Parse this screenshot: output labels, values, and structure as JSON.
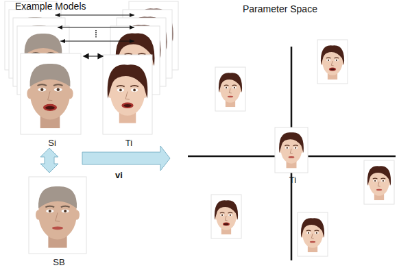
{
  "diagram": {
    "nodes": [
      {
        "text": [
          "Si"
        ]
      },
      {
        "text": [
          "Ti"
        ]
      },
      {
        "text": [
          "SB"
        ]
      },
      {
        "text": [
          "Ti"
        ]
      }
    ],
    "edges": [
      {
        "from": 0,
        "to": 1,
        "arrow": "both"
      },
      {
        "from": 0,
        "to": 2,
        "arrow": "both"
      }
    ],
    "labels": [
      "Example Models",
      "Parameter Space",
      "vi"
    ]
  }
}
